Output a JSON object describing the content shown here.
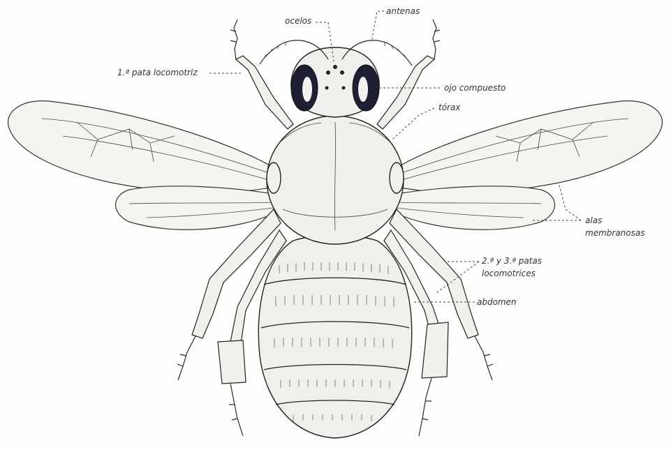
{
  "labels": {
    "ocelos": "ocelos",
    "antenas": "antenas",
    "pata1": "1.ª pata locomotriz",
    "ojo": "ojo compuesto",
    "torax": "tórax",
    "alas_1": "alas",
    "alas_2": "membranosas",
    "patas23_1": "2.ª y 3.ª patas",
    "patas23_2": "locomotrices",
    "abdomen": "abdomen"
  }
}
